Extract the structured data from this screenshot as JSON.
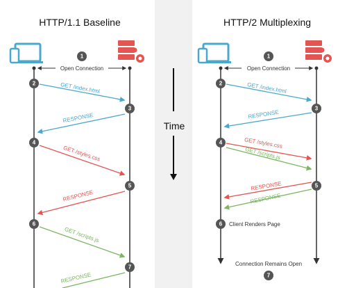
{
  "left_title": "HTTP/1.1 Baseline",
  "right_title": "HTTP/2 Multiplexing",
  "center": {
    "time_label": "Time"
  },
  "colors": {
    "request_blue": "#4aa8cc",
    "error_red": "#e25552",
    "script_green": "#7bb661",
    "step_dark": "#555555",
    "lifeline": "#333333"
  },
  "icons": {
    "client": "laptop-phone-icon",
    "server": "server-gear-icon"
  },
  "left": {
    "open_connection": "Open Connection",
    "steps": [
      "1",
      "2",
      "3",
      "4",
      "5",
      "6",
      "7"
    ],
    "messages": [
      "GET /index.html",
      "RESPONSE",
      "GET /styles.css",
      "RESPONSE",
      "GET /scripts.js",
      "RESPONSE"
    ]
  },
  "right": {
    "open_connection": "Open Connection",
    "steps": [
      "1",
      "2",
      "3",
      "4",
      "5",
      "6",
      "7"
    ],
    "messages": [
      "GET /index.html",
      "RESPONSE",
      "GET /styles.css",
      "GET /scripts.js",
      "RESPONSE",
      "RESPONSE"
    ],
    "client_renders": "Client Renders Page",
    "connection_remains": "Connection Remains Open"
  }
}
